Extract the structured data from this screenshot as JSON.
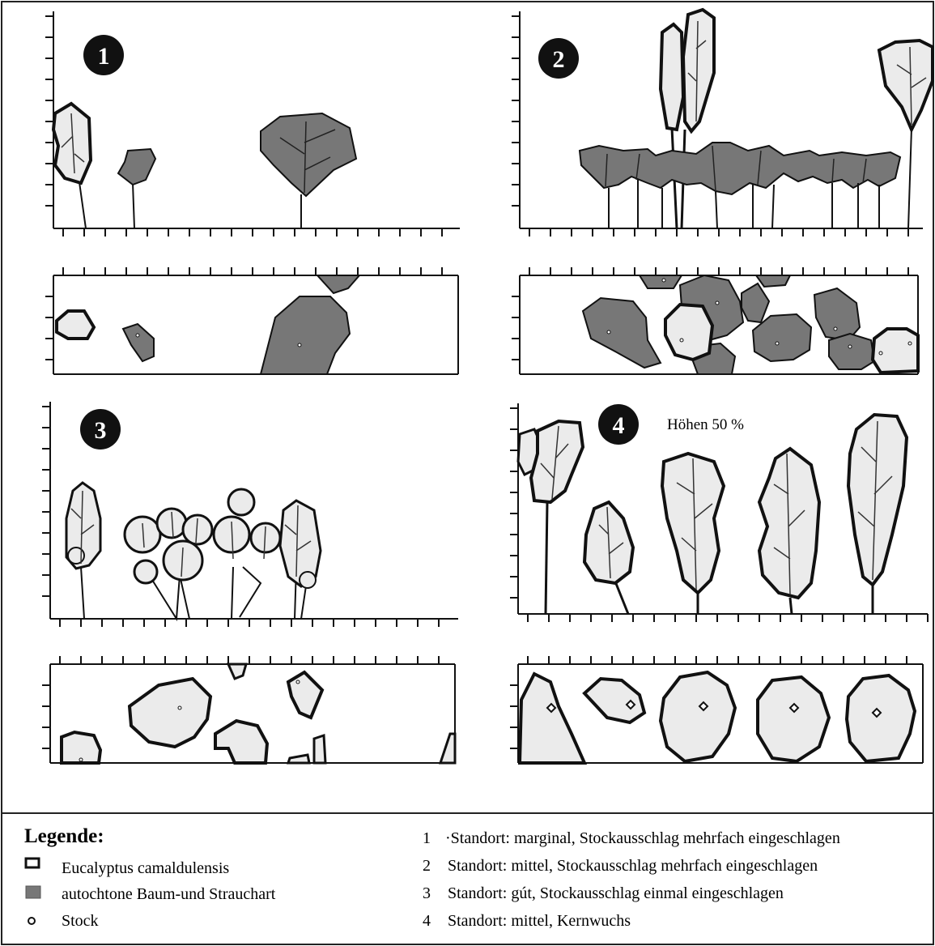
{
  "panels": [
    {
      "number": "1",
      "note": ""
    },
    {
      "number": "2",
      "note": ""
    },
    {
      "number": "3",
      "note": ""
    },
    {
      "number": "4",
      "note": "Höhen 50 %"
    }
  ],
  "legend": {
    "title": "Legende:",
    "items": [
      {
        "icon": "open-square-icon",
        "label": "Eucalyptus camaldulensis"
      },
      {
        "icon": "filled-square-icon",
        "label": "autochtone Baum-und Strauchart"
      },
      {
        "icon": "circle-icon",
        "label": "Stock"
      }
    ],
    "sites": [
      {
        "number": "1",
        "text": "·Standort: marginal, Stockausschlag mehrfach eingeschlagen"
      },
      {
        "number": "2",
        "text": "Standort: mittel, Stockausschlag mehrfach eingeschlagen"
      },
      {
        "number": "3",
        "text": "Standort: gút, Stockausschlag einmal eingeschlagen"
      },
      {
        "number": "4",
        "text": "Standort: mittel, Kernwuchs"
      }
    ]
  },
  "colors": {
    "eucalyptus_fill": "#ebebeb",
    "native_fill": "#777777",
    "outline": "#111111"
  }
}
